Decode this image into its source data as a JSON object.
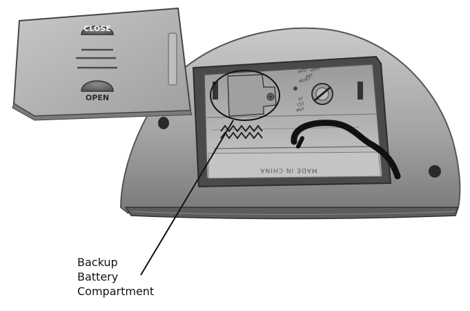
{
  "cover": {
    "close_label": "CLOSE",
    "open_label": "OPEN"
  },
  "compartment": {
    "engraving": "MADE IN CHINA",
    "switch_labels": [
      "RESET",
      "PST",
      "AKST",
      "HAST",
      "ET",
      "CST",
      "MST"
    ]
  },
  "callout": {
    "lines": [
      "Backup",
      "Battery",
      "Compartment"
    ]
  },
  "colors": {
    "housing": "#a9a9a9",
    "housing_dark": "#6f6f6f",
    "cover": "#b3b3b3",
    "line": "#111111"
  },
  "icons": {
    "open_button": "half-dome-button",
    "close_button": "half-dome-button",
    "screw": "cross-screw",
    "dial": "rotary-switch"
  }
}
